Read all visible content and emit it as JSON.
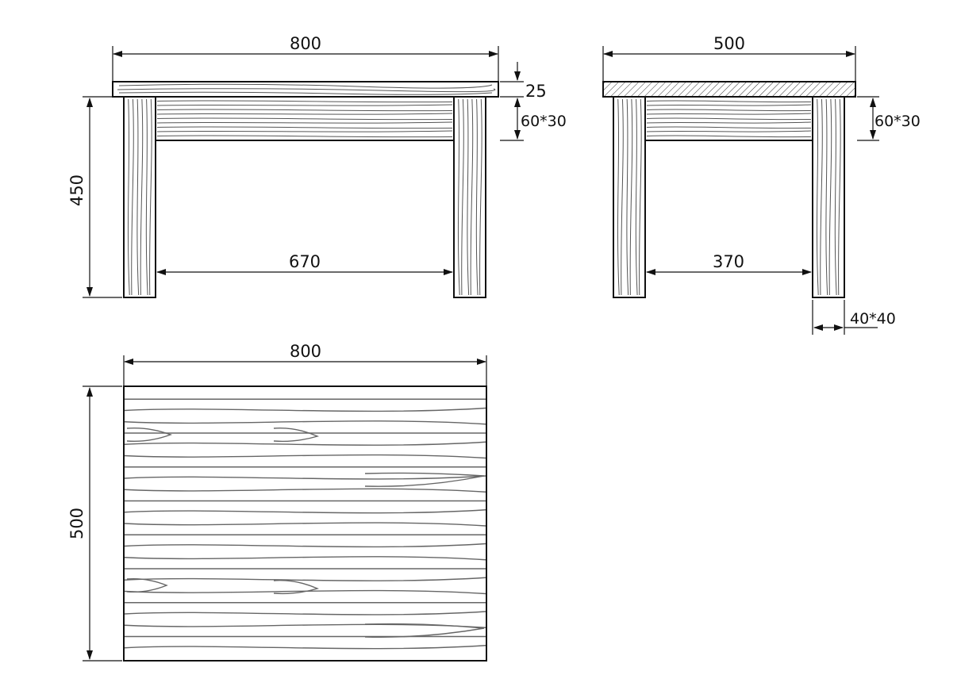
{
  "front_view": {
    "overall_width": "800",
    "top_thickness": "25",
    "apron_size": "60*30",
    "height": "450",
    "inner_span": "670"
  },
  "side_view": {
    "overall_depth": "500",
    "apron_size": "60*30",
    "inner_span": "370",
    "leg_size": "40*40"
  },
  "top_view": {
    "width": "800",
    "depth": "500"
  },
  "colors": {
    "line": "#111111",
    "grain": "#555555",
    "background": "#ffffff"
  }
}
